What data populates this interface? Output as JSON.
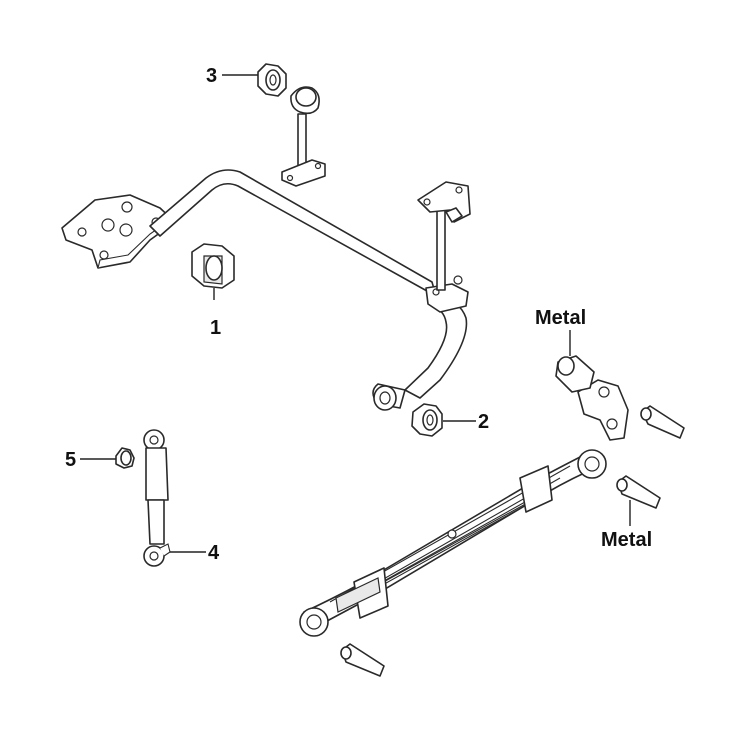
{
  "callouts": {
    "c1": "1",
    "c2": "2",
    "c3": "3",
    "c4": "4",
    "c5": "5",
    "metal_top": "Metal",
    "metal_bottom": "Metal"
  },
  "colors": {
    "line": "#2a2a2a",
    "fill": "#ffffff",
    "shade": "#e9e9e9",
    "text": "#111111"
  }
}
